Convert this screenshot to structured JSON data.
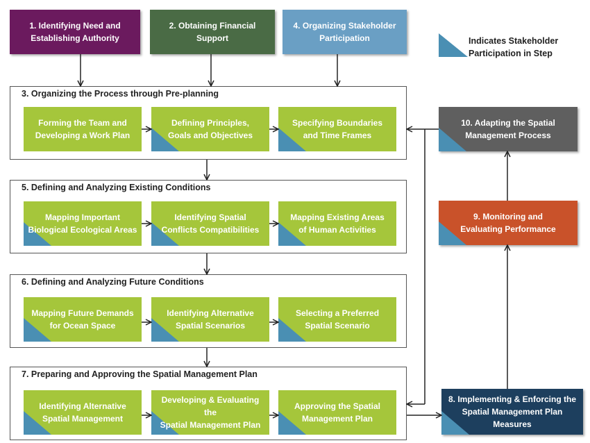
{
  "top_boxes": [
    {
      "label": "1. Identifying Need and\nEstablishing Authority",
      "color": "#6b1a5e"
    },
    {
      "label": "2. Obtaining Financial\nSupport",
      "color": "#4a6b45"
    },
    {
      "label": "4. Organizing Stakeholder\nParticipation",
      "color": "#6a9fc4"
    }
  ],
  "legend": {
    "label": "Indicates Stakeholder\nParticipation in Step"
  },
  "panels": [
    {
      "title": "3. Organizing the Process through Pre-planning",
      "steps": [
        "Forming the Team and\nDeveloping a Work Plan",
        "Defining Principles,\nGoals and Objectives",
        "Specifying Boundaries\nand Time Frames"
      ]
    },
    {
      "title": "5. Defining and Analyzing Existing Conditions",
      "steps": [
        "Mapping Important\nBiological Ecological Areas",
        "Identifying Spatial\nConflicts Compatibilities",
        "Mapping Existing Areas\nof Human Activities"
      ]
    },
    {
      "title": "6. Defining and Analyzing Future Conditions",
      "steps": [
        "Mapping Future Demands\nfor Ocean Space",
        "Identifying Alternative\nSpatial Scenarios",
        "Selecting a Preferred\nSpatial Scenario"
      ]
    },
    {
      "title": "7. Preparing and Approving the Spatial Management Plan",
      "steps": [
        "Identifying Alternative\nSpatial Management",
        "Developing & Evaluating the\nSpatial Management Plan",
        "Approving the Spatial\nManagement Plan"
      ]
    }
  ],
  "side_boxes": [
    {
      "label": "10. Adapting the Spatial\nManagement Process",
      "color": "#5f5f5f"
    },
    {
      "label": "9. Monitoring and\nEvaluating Performance",
      "color": "#c9522a"
    },
    {
      "label": "8. Implementing & Enforcing the\nSpatial Management Plan\nMeasures",
      "color": "#1d3f5e"
    }
  ]
}
